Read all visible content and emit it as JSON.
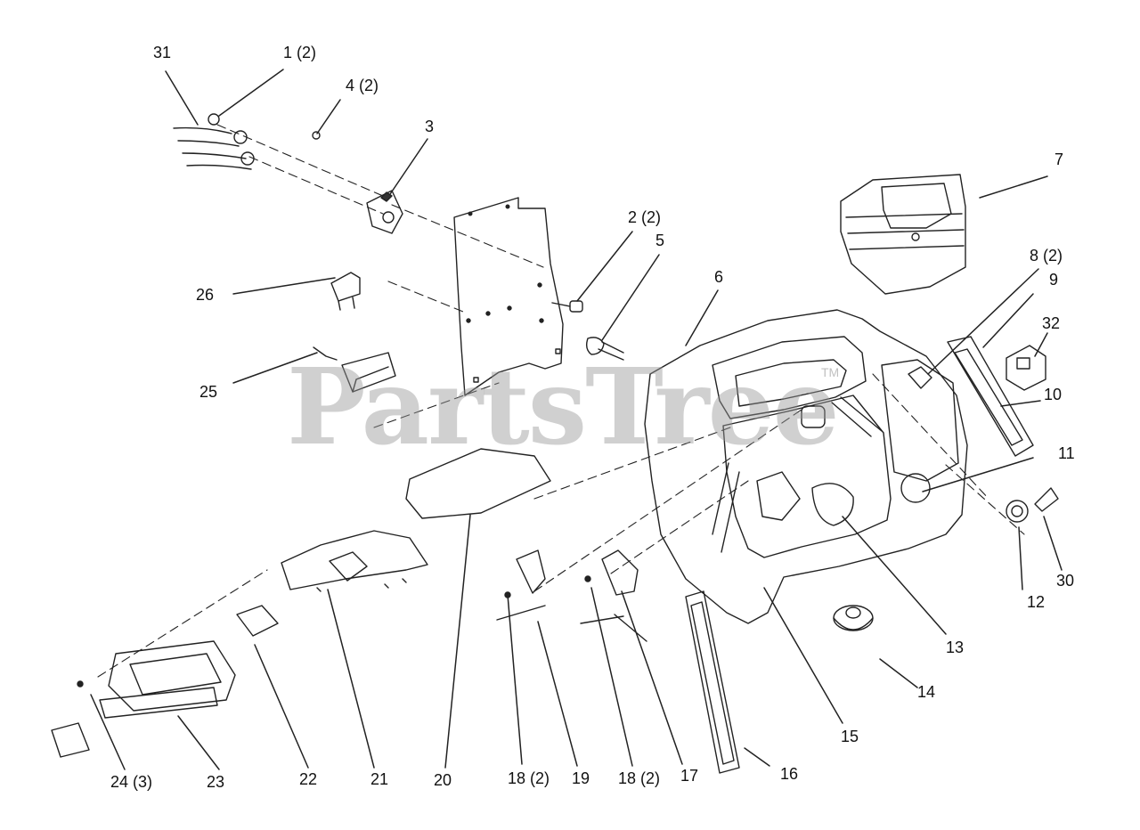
{
  "diagram": {
    "watermark": "PartsTree",
    "trademark": "TM",
    "callouts": {
      "c31": "31",
      "c1": "1 (2)",
      "c4": "4 (2)",
      "c3": "3",
      "c2": "2 (2)",
      "c5": "5",
      "c6": "6",
      "c7": "7",
      "c8": "8 (2)",
      "c9": "9",
      "c32": "32",
      "c10": "10",
      "c11": "11",
      "c26": "26",
      "c25": "25",
      "c12": "12",
      "c30": "30",
      "c13": "13",
      "c14": "14",
      "c15": "15",
      "c16": "16",
      "c17": "17",
      "c18b": "18 (2)",
      "c19": "19",
      "c18a": "18 (2)",
      "c20": "20",
      "c21": "21",
      "c22": "22",
      "c23": "23",
      "c24": "24 (3)"
    }
  }
}
